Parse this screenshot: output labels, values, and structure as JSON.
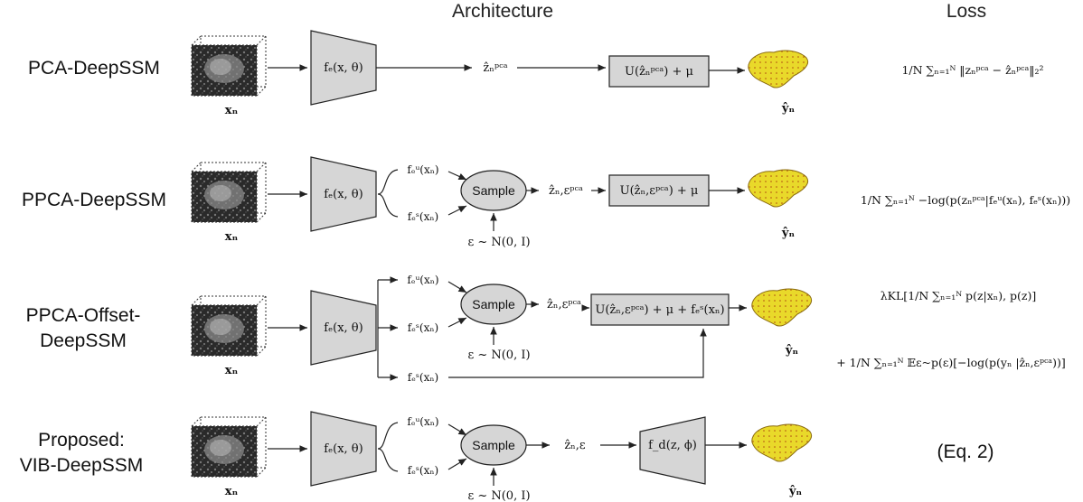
{
  "headers": {
    "architecture": "Architecture",
    "loss": "Loss"
  },
  "rows": [
    {
      "label_lines": [
        "PCA-DeepSSM"
      ],
      "input_label": "xₙ",
      "encoder": "fₑ(x, θ)",
      "latent": "ẑₙᵖᶜᵃ",
      "decoder": "U(ẑₙᵖᶜᵃ) + μ",
      "output_label": "ŷₙ",
      "loss_lines": [
        "1/N ∑ₙ₌₁ᴺ ‖zₙᵖᶜᵃ − ẑₙᵖᶜᵃ‖₂²"
      ]
    },
    {
      "label_lines": [
        "PPCA-DeepSSM"
      ],
      "input_label": "xₙ",
      "encoder": "fₑ(x, θ)",
      "mu_label": "fₑᵘ(xₙ)",
      "sigma_label": "fₑˢ(xₙ)",
      "sample": "Sample",
      "noise": "ε ~ N(0, I)",
      "latent": "ẑₙ,εᵖᶜᵃ",
      "decoder": "U(ẑₙ,εᵖᶜᵃ) + μ",
      "output_label": "ŷₙ",
      "loss_lines": [
        "1/N ∑ₙ₌₁ᴺ −log(p(zₙᵖᶜᵃ|fₑᵘ(xₙ), fₑˢ(xₙ)))"
      ]
    },
    {
      "label_lines": [
        "PPCA-Offset-",
        "DeepSSM"
      ],
      "input_label": "xₙ",
      "encoder": "fₑ(x, θ)",
      "mu_label": "fₑᵘ(xₙ)",
      "sigma_label": "fₑˢ(xₙ)",
      "offset_label": "fₑˢ(xₙ)",
      "sample": "Sample",
      "noise": "ε ~ N(0, I)",
      "latent": "ẑₙ,εᵖᶜᵃ",
      "decoder": "U(ẑₙ,εᵖᶜᵃ) + μ + fₑˢ(xₙ)",
      "output_label": "ŷₙ",
      "loss_lines": [
        "λKL[1/N ∑ₙ₌₁ᴺ p(z|xₙ), p(z)]",
        "+ 1/N ∑ₙ₌₁ᴺ 𝔼ε~p(ε)[−log(p(yₙ |ẑₙ,εᵖᶜᵃ))]"
      ]
    },
    {
      "label_lines": [
        "Proposed:",
        "VIB-DeepSSM"
      ],
      "input_label": "xₙ",
      "encoder": "fₑ(x, θ)",
      "mu_label": "fₑᵘ(xₙ)",
      "sigma_label": "fₑˢ(xₙ)",
      "sample": "Sample",
      "noise": "ε ~ N(0, I)",
      "latent": "ẑₙ,ε",
      "decoder": "f_d(z, ϕ)",
      "output_label": "ŷₙ",
      "loss_lines": [
        "(Eq. 2)"
      ]
    }
  ]
}
